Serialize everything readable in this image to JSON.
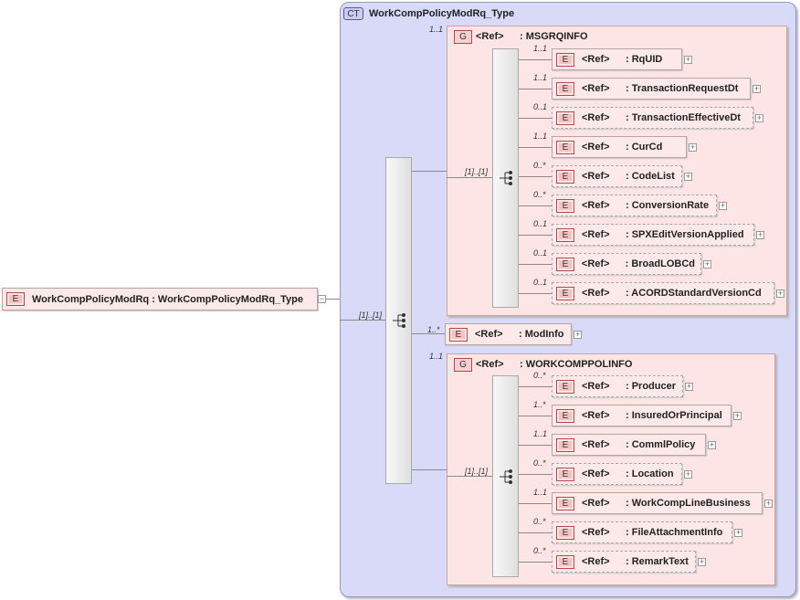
{
  "complex_type": {
    "badge": "CT",
    "name": "WorkCompPolicyModRq_Type"
  },
  "root": {
    "badge": "E",
    "label": "WorkCompPolicyModRq : WorkCompPolicyModRq_Type",
    "collapse": "−"
  },
  "outer_sequence": {
    "cardinality": "[1]..[1]"
  },
  "group_msgrq": {
    "badge": "G",
    "ref": "<Ref>",
    "name": ": MSGRQINFO",
    "cardinality": "1..1",
    "sequence_cardinality": "[1]..[1]",
    "elements": [
      {
        "badge": "E",
        "ref": "<Ref>",
        "name": ": RqUID",
        "card": "1..1",
        "optional": false
      },
      {
        "badge": "E",
        "ref": "<Ref>",
        "name": ": TransactionRequestDt",
        "card": "1..1",
        "optional": false
      },
      {
        "badge": "E",
        "ref": "<Ref>",
        "name": ": TransactionEffectiveDt",
        "card": "0..1",
        "optional": true
      },
      {
        "badge": "E",
        "ref": "<Ref>",
        "name": ": CurCd",
        "card": "1..1",
        "optional": false
      },
      {
        "badge": "E",
        "ref": "<Ref>",
        "name": ": CodeList",
        "card": "0..*",
        "optional": true
      },
      {
        "badge": "E",
        "ref": "<Ref>",
        "name": ": ConversionRate",
        "card": "0..*",
        "optional": true
      },
      {
        "badge": "E",
        "ref": "<Ref>",
        "name": ": SPXEditVersionApplied",
        "card": "0..1",
        "optional": true
      },
      {
        "badge": "E",
        "ref": "<Ref>",
        "name": ": BroadLOBCd",
        "card": "0..1",
        "optional": true
      },
      {
        "badge": "E",
        "ref": "<Ref>",
        "name": ": ACORDStandardVersionCd",
        "card": "0..1",
        "optional": true
      }
    ]
  },
  "modinfo": {
    "badge": "E",
    "ref": "<Ref>",
    "name": ": ModInfo",
    "card": "1..*"
  },
  "group_wcpol": {
    "badge": "G",
    "ref": "<Ref>",
    "name": ": WORKCOMPPOLINFO",
    "cardinality": "1..1",
    "sequence_cardinality": "[1]..[1]",
    "elements": [
      {
        "badge": "E",
        "ref": "<Ref>",
        "name": ": Producer",
        "card": "0..*",
        "optional": true
      },
      {
        "badge": "E",
        "ref": "<Ref>",
        "name": ": InsuredOrPrincipal",
        "card": "1..*",
        "optional": false
      },
      {
        "badge": "E",
        "ref": "<Ref>",
        "name": ": CommlPolicy",
        "card": "1..1",
        "optional": false
      },
      {
        "badge": "E",
        "ref": "<Ref>",
        "name": ": Location",
        "card": "0..*",
        "optional": true
      },
      {
        "badge": "E",
        "ref": "<Ref>",
        "name": ": WorkCompLineBusiness",
        "card": "1..1",
        "optional": false
      },
      {
        "badge": "E",
        "ref": "<Ref>",
        "name": ": FileAttachmentInfo",
        "card": "0..*",
        "optional": true
      },
      {
        "badge": "E",
        "ref": "<Ref>",
        "name": ": RemarkText",
        "card": "0..*",
        "optional": true
      }
    ]
  },
  "expand_symbol": "+"
}
